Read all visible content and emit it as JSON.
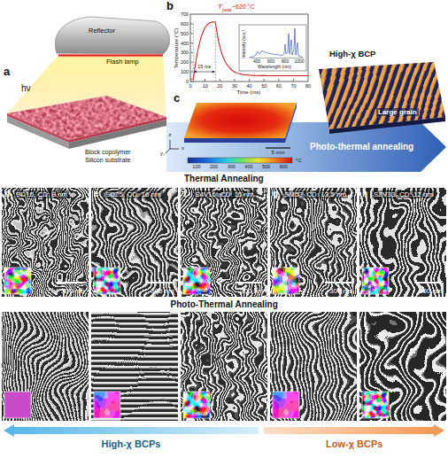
{
  "diagram": {
    "nodes": [
      {
        "text": [
          "Photo-thermal annealing"
        ]
      },
      {
        "text": [
          "d",
          "SD16, CD: 8 nm",
          "300 nm"
        ]
      },
      {
        "text": [
          "e",
          "SD25, CD: 16 nm",
          "300 nm"
        ]
      },
      {
        "text": [
          "f",
          "S4V16, CD: 15 nm",
          "300 nm"
        ]
      },
      {
        "text": [
          "g",
          "SM53, CD: 13.5 nm",
          "300 nm"
        ]
      },
      {
        "text": [
          "h",
          "SZV33, CD: 12 nm",
          "300 nm"
        ]
      },
      {
        "text": [
          "High-χ BCPs"
        ]
      },
      {
        "text": [
          "Low-χ BCPs"
        ]
      }
    ],
    "labels": [
      "a",
      "Reflector",
      "Flash lamp",
      "hν",
      "Block copolymer",
      "Silicon substrate",
      "b",
      "Temperature (°C)",
      "0",
      "100",
      "200",
      "300",
      "400",
      "500",
      "600",
      "700",
      "0",
      "10",
      "20",
      "30",
      "40",
      "50",
      "60",
      "70",
      "80",
      "Time (ms)",
      "T",
      "peak",
      "~620 °C",
      "15 ms",
      "Intensity (a.u.)",
      "Wavelength (nm)",
      "400",
      "600",
      "800",
      "1000",
      "c",
      "5 mm",
      "x",
      "y",
      "z",
      "100",
      "200",
      "300",
      "400",
      "500",
      "600",
      "°C",
      "High-χ BCP",
      "Large grain",
      "Thermal Annealing",
      "Photo-Thermal Annealing"
    ]
  }
}
